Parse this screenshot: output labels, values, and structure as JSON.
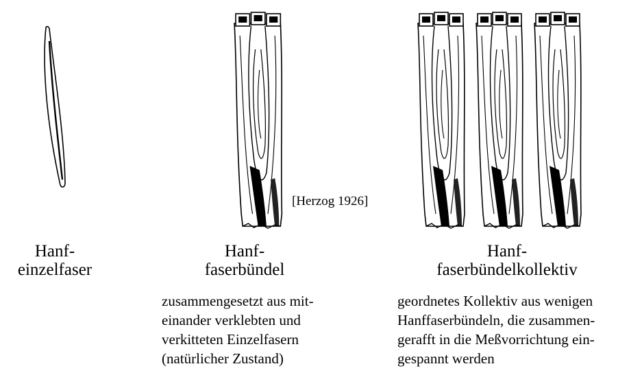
{
  "panels": [
    {
      "id": "einzelfaser",
      "title_line1": "Hanf-",
      "title_line2": "einzelfaser",
      "description": []
    },
    {
      "id": "faserbuendel",
      "title_line1": "Hanf-",
      "title_line2": "faserbündel",
      "description": [
        "zusammengesetzt aus mit-",
        "einander verklebten und",
        "verkitteten Einzelfasern",
        "(natürlicher Zustand)"
      ]
    },
    {
      "id": "kollektiv",
      "title_line1": "Hanf-",
      "title_line2": "faserbündelkollektiv",
      "description": [
        "geordnetes Kollektiv aus wenigen",
        "Hanffaserbündeln, die zusammen-",
        "gerafft in die Meßvorrichtung ein-",
        "gespannt werden"
      ]
    }
  ],
  "citation": "[Herzog 1926]"
}
